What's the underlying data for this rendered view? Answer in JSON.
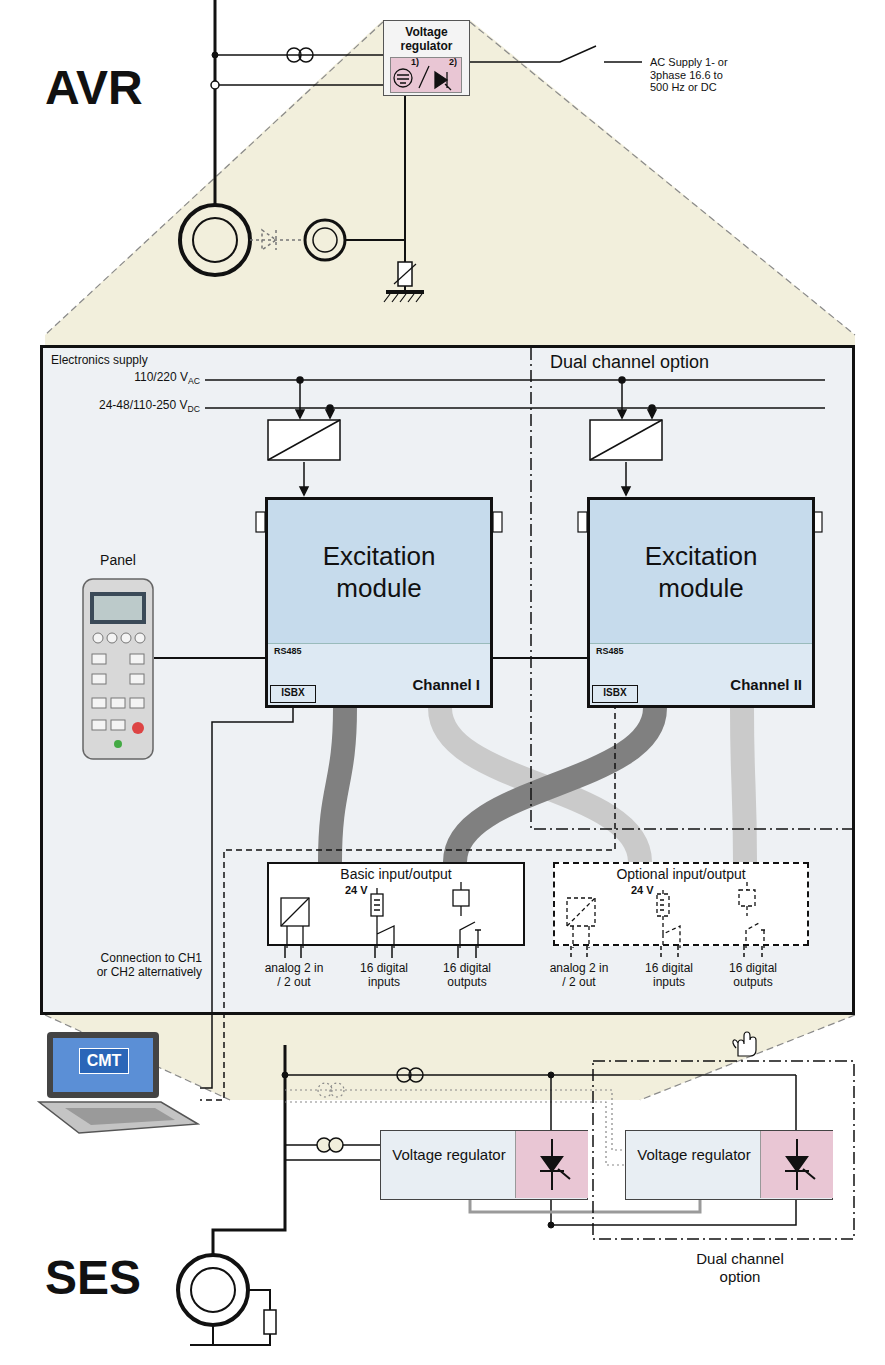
{
  "diagram": {
    "nodes": [
      {
        "text": [
          "Voltage regulator"
        ]
      },
      {
        "text": [
          "Electronics supply"
        ]
      },
      {
        "text": [
          "Dual channel option"
        ],
        "in": 1
      },
      {
        "text": [
          "Panel"
        ],
        "in": 1
      },
      {
        "text": [
          "Excitation module",
          "RS485",
          "Channel I"
        ],
        "in": 1
      },
      {
        "text": [
          "ISBX"
        ],
        "in": 4
      },
      {
        "text": [
          "Excitation module",
          "RS485",
          "Channel II"
        ],
        "in": 2
      },
      {
        "text": [
          "ISBX"
        ],
        "in": 6
      },
      {
        "text": [
          "Basic input/output",
          "24 V"
        ],
        "in": 1
      },
      {
        "text": [
          "Optional input/output",
          "24 V"
        ],
        "in": 1
      },
      {
        "text": [
          "CMT"
        ]
      },
      {
        "text": [
          "Voltage regulator"
        ]
      },
      {
        "text": [
          "Dual channel option"
        ]
      },
      {
        "text": [
          "Voltage regulator"
        ],
        "in": 12
      }
    ],
    "edges": [
      {
        "from": 3,
        "to": 4,
        "arrow": "none"
      },
      {
        "from": 4,
        "to": 6,
        "arrow": "none"
      },
      {
        "from": 5,
        "to": 10,
        "arrow": "none"
      },
      {
        "from": 4,
        "to": 8,
        "arrow": "none"
      },
      {
        "from": 4,
        "to": 9,
        "arrow": "none"
      },
      {
        "from": 6,
        "to": 8,
        "arrow": "none"
      },
      {
        "from": 6,
        "to": 9,
        "arrow": "none"
      },
      {
        "from": 7,
        "to": 10,
        "arrow": "none"
      },
      {
        "from": 11,
        "to": 13,
        "arrow": "none"
      }
    ],
    "labels": [
      "AVR",
      "1)",
      "2)",
      "AC Supply 1- or 3phase 16.6 to 500 Hz or DC",
      "110/220 V",
      "AC",
      "24-48/110-250 V",
      "DC",
      "analog 2 in / 2 out",
      "16 digital inputs",
      "16 digital outputs",
      "analog 2 in / 2 out",
      "16 digital inputs",
      "16 digital outputs",
      "Connection to CH1 or CH2 alternatively",
      "SES"
    ]
  }
}
